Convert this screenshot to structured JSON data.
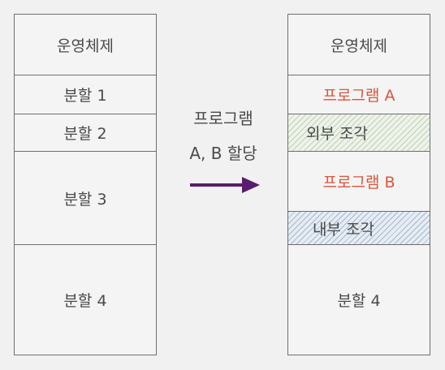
{
  "left_stack": {
    "cells": [
      "운영체제",
      "분할 1",
      "분할 2",
      "분할 3",
      "분할 4"
    ]
  },
  "center": {
    "line1": "프로그램",
    "line2": "A, B 할당"
  },
  "right_stack": {
    "cells": [
      "운영체제",
      "프로그램 A",
      "외부 조각",
      "프로그램 B",
      "내부 조각",
      "분할 4"
    ]
  },
  "colors": {
    "program_text": "#d9563c",
    "arrow": "#5a1c6e",
    "external_fragment_hatch": "#96b48c",
    "internal_fragment_hatch": "#7896b9"
  }
}
